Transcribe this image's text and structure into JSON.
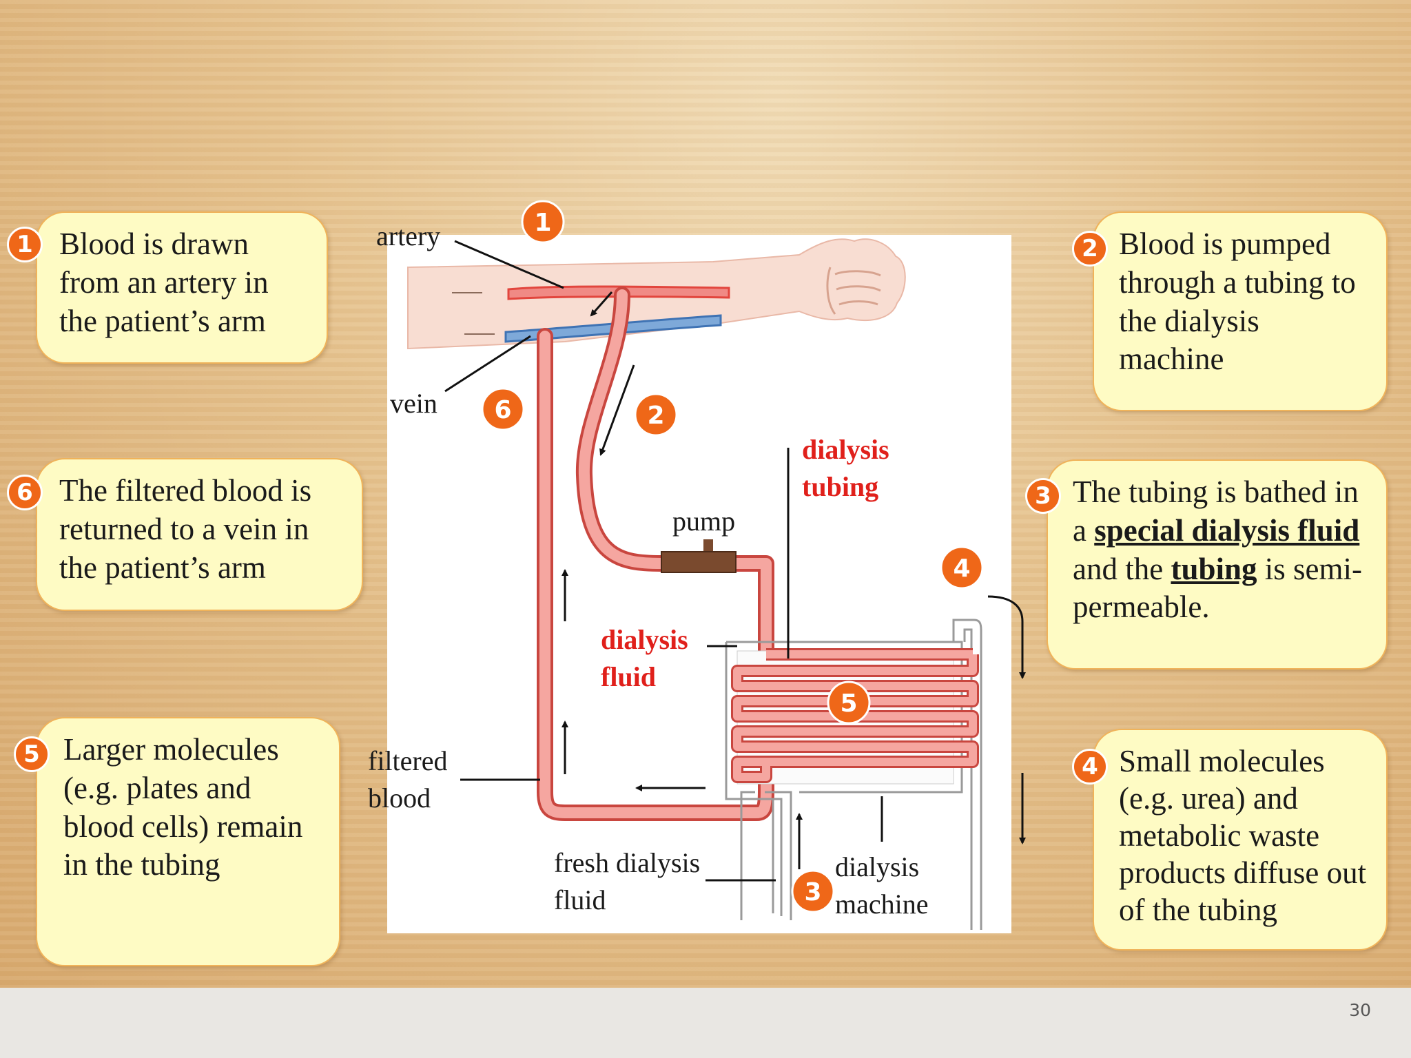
{
  "callouts": {
    "c1": {
      "num": "1",
      "text": "Blood is drawn from an artery in the patient’s arm"
    },
    "c2": {
      "num": "2",
      "text": "Blood is pumped through a tubing to the dialysis machine"
    },
    "c3": {
      "num": "3",
      "t1": "The tubing is bathed in a ",
      "t2": "special dialysis fluid",
      "t3": " and the ",
      "t4": "tubing",
      "t5": " is semi-permeable."
    },
    "c4": {
      "num": "4",
      "text": "Small molecules (e.g. urea) and metabolic waste products diffuse out of the tubing"
    },
    "c5": {
      "num": "5",
      "text": "Larger molecules (e.g. plates and blood cells) remain in the tubing"
    },
    "c6": {
      "num": "6",
      "text": "The filtered blood is returned to a vein in the patient’s arm"
    }
  },
  "diagram": {
    "labels": {
      "artery": "artery",
      "vein": "vein",
      "pump": "pump",
      "dialysis_tubing_1": "dialysis",
      "dialysis_tubing_2": "tubing",
      "dialysis_fluid_1": "dialysis",
      "dialysis_fluid_2": "fluid",
      "filtered_1": "filtered",
      "filtered_2": "blood",
      "fresh_1": "fresh dialysis",
      "fresh_2": "fluid",
      "machine_1": "dialysis",
      "machine_2": "machine"
    },
    "badges": [
      "1",
      "2",
      "3",
      "4",
      "5",
      "6"
    ]
  },
  "footer": {
    "page_number": "30"
  },
  "colors": {
    "badge": "#ef6718",
    "callout_fill": "#fefbc4",
    "callout_border": "#f0b35a",
    "red_label": "#e0201b",
    "tube": "#f08a85",
    "vein": "#5a8fc8"
  }
}
